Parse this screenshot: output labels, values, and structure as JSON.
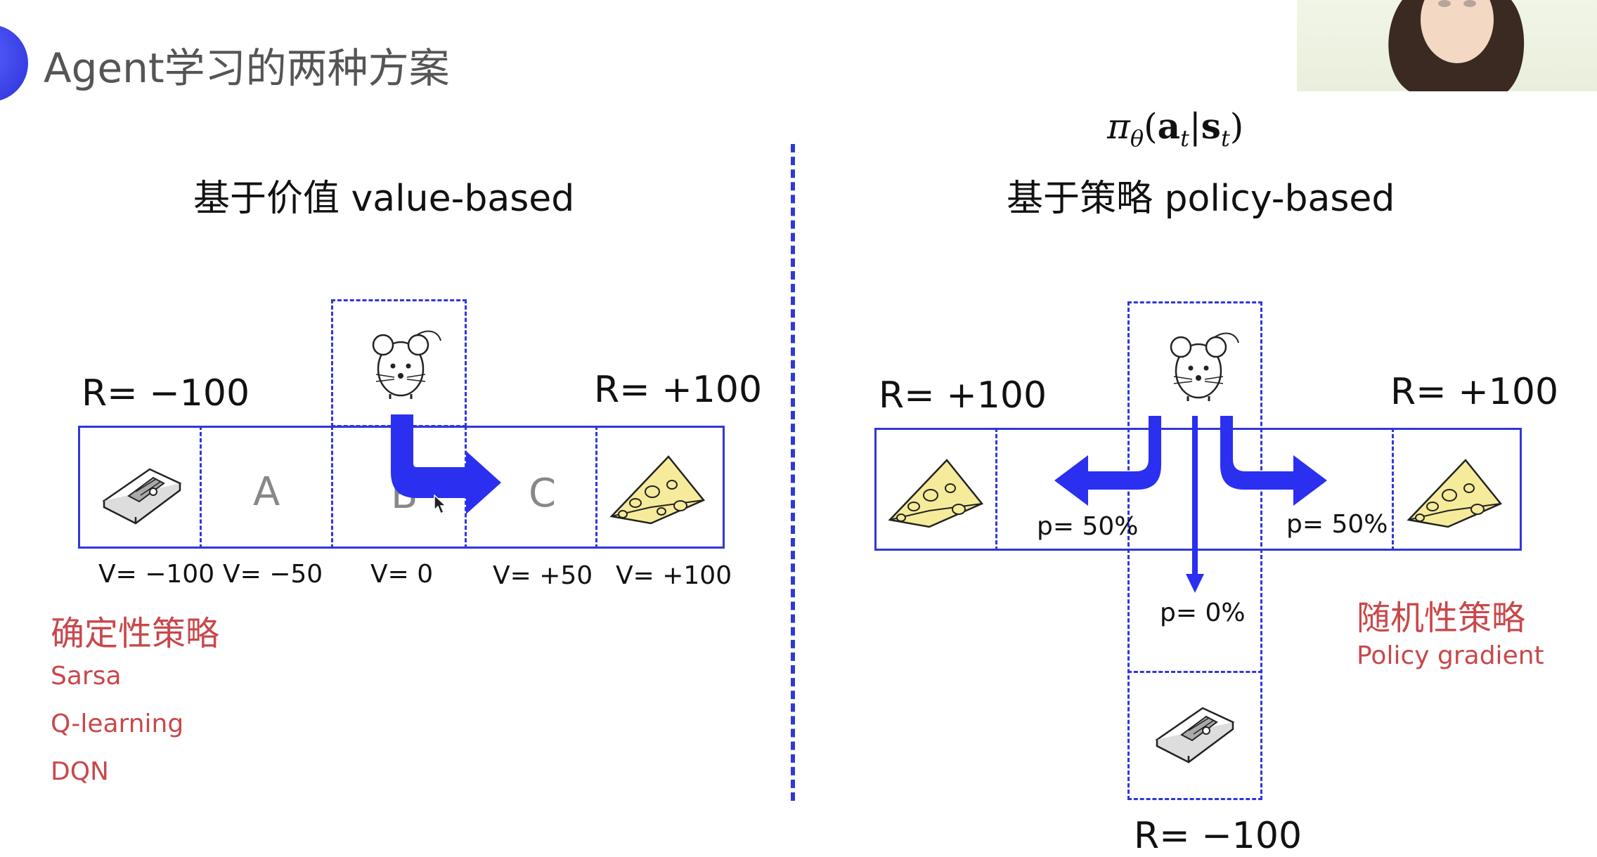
{
  "header": {
    "title": "Agent学习的两种方案"
  },
  "left": {
    "heading": "基于价值 value-based",
    "reward_left": "R= −100",
    "reward_right": "R= +100",
    "states": [
      "A",
      "B",
      "C"
    ],
    "values": [
      "V= −100",
      "V= −50",
      "V= 0",
      "V= +50",
      "V= +100"
    ],
    "policy_title": "确定性策略",
    "algorithms": [
      "Sarsa",
      "Q-learning",
      "DQN"
    ]
  },
  "right": {
    "formula": "πθ(at|st)",
    "heading": "基于策略 policy-based",
    "reward_left": "R= +100",
    "reward_right": "R= +100",
    "reward_bottom": "R= −100",
    "prob_left": "p= 50%",
    "prob_right": "p= 50%",
    "prob_down": "p= 0%",
    "policy_title": "随机性策略",
    "policy_subtitle": "Policy gradient"
  },
  "icons": [
    "mouse-icon",
    "mousetrap-icon",
    "cheese-icon",
    "arrow-icon"
  ],
  "colors": {
    "accent_blue": "#2f38d8",
    "arrow_blue": "#2b2ff0",
    "policy_red": "#c8484b"
  }
}
